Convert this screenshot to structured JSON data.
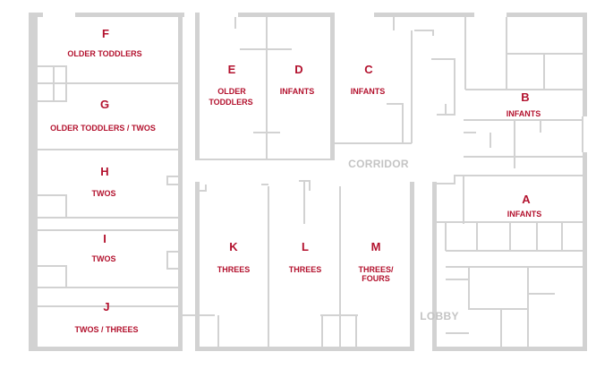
{
  "colors": {
    "room_text": "#b3122e",
    "area_text": "#c4c4c4",
    "walls": "#d2d2d2",
    "background": "#ffffff"
  },
  "rooms": [
    {
      "id": "f",
      "letter": "F",
      "lines": [
        "OLDER TODDLERS"
      ]
    },
    {
      "id": "g",
      "letter": "G",
      "lines": [
        "OLDER TODDLERS / TWOS"
      ]
    },
    {
      "id": "h",
      "letter": "H",
      "lines": [
        "TWOS"
      ]
    },
    {
      "id": "i",
      "letter": "I",
      "lines": [
        "TWOS"
      ]
    },
    {
      "id": "j",
      "letter": "J",
      "lines": [
        "TWOS / THREES"
      ]
    },
    {
      "id": "e",
      "letter": "E",
      "lines": [
        "OLDER",
        "TODDLERS"
      ]
    },
    {
      "id": "d",
      "letter": "D",
      "lines": [
        "INFANTS"
      ]
    },
    {
      "id": "c",
      "letter": "C",
      "lines": [
        "INFANTS"
      ]
    },
    {
      "id": "b",
      "letter": "B",
      "lines": [
        "INFANTS"
      ]
    },
    {
      "id": "a",
      "letter": "A",
      "lines": [
        "INFANTS"
      ]
    },
    {
      "id": "k",
      "letter": "K",
      "lines": [
        "THREES"
      ]
    },
    {
      "id": "l",
      "letter": "L",
      "lines": [
        "THREES"
      ]
    },
    {
      "id": "m",
      "letter": "M",
      "lines": [
        "THREES/",
        "FOURS"
      ]
    }
  ],
  "areas": {
    "corridor": "CORRIDOR",
    "lobby": "LOBBY"
  }
}
